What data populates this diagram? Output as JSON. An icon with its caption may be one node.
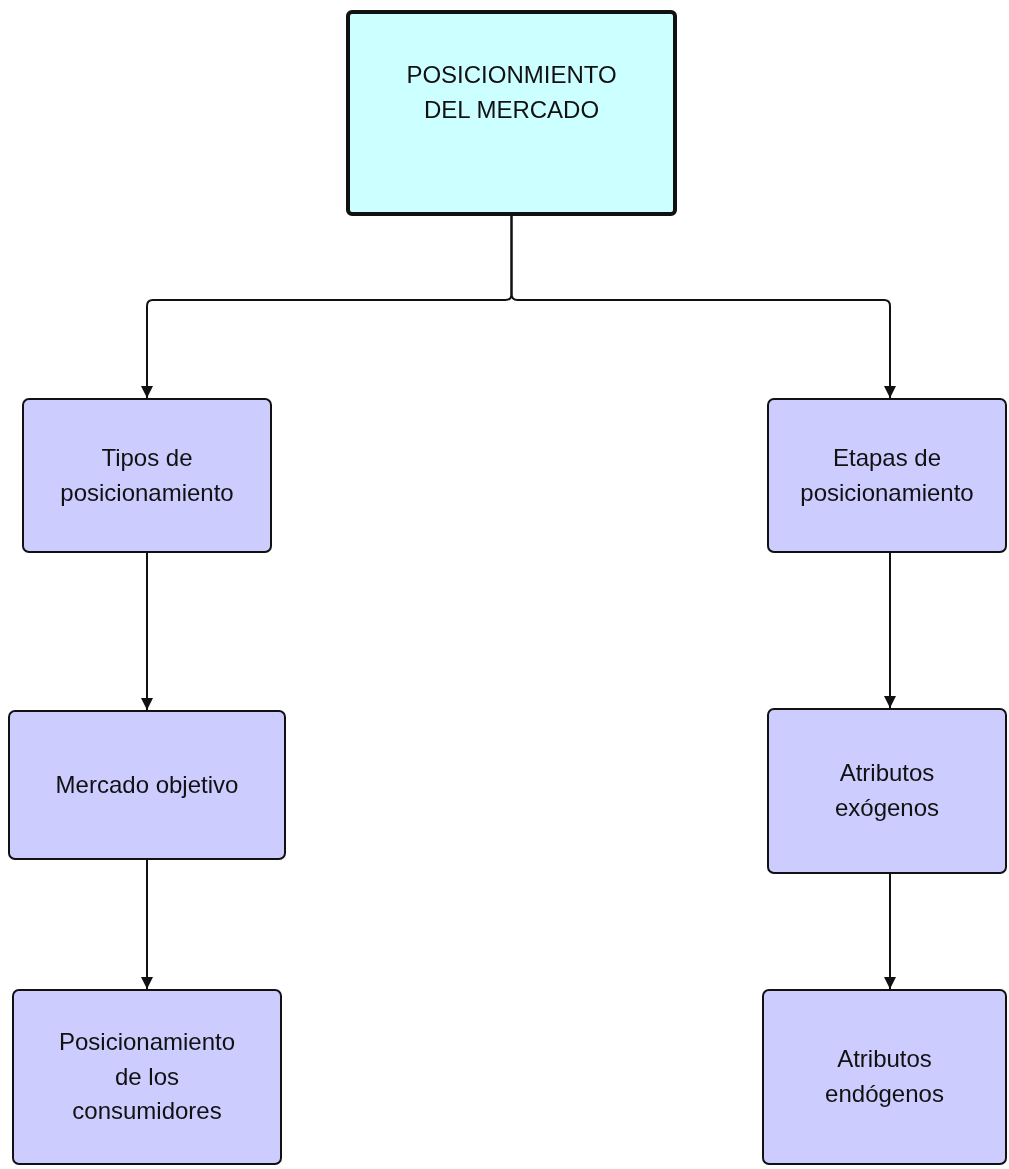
{
  "diagram": {
    "nodes": [
      {
        "text": [
          "POSICIONMIENTO DEL MERCADO"
        ]
      },
      {
        "text": [
          "Tipos de posicionamiento"
        ]
      },
      {
        "text": [
          "Etapas de posicionamiento"
        ]
      },
      {
        "text": [
          "Mercado objetivo"
        ]
      },
      {
        "text": [
          "Atributos exógenos"
        ]
      },
      {
        "text": [
          "Posicionamiento de los consumidores"
        ]
      },
      {
        "text": [
          "Atributos endógenos"
        ]
      }
    ],
    "edges": [
      {
        "from": 0,
        "to": 1,
        "arrow": "to"
      },
      {
        "from": 0,
        "to": 2,
        "arrow": "to"
      },
      {
        "from": 1,
        "to": 3,
        "arrow": "to"
      },
      {
        "from": 3,
        "to": 5,
        "arrow": "to"
      },
      {
        "from": 2,
        "to": 4,
        "arrow": "to"
      },
      {
        "from": 4,
        "to": 6,
        "arrow": "to"
      }
    ]
  }
}
